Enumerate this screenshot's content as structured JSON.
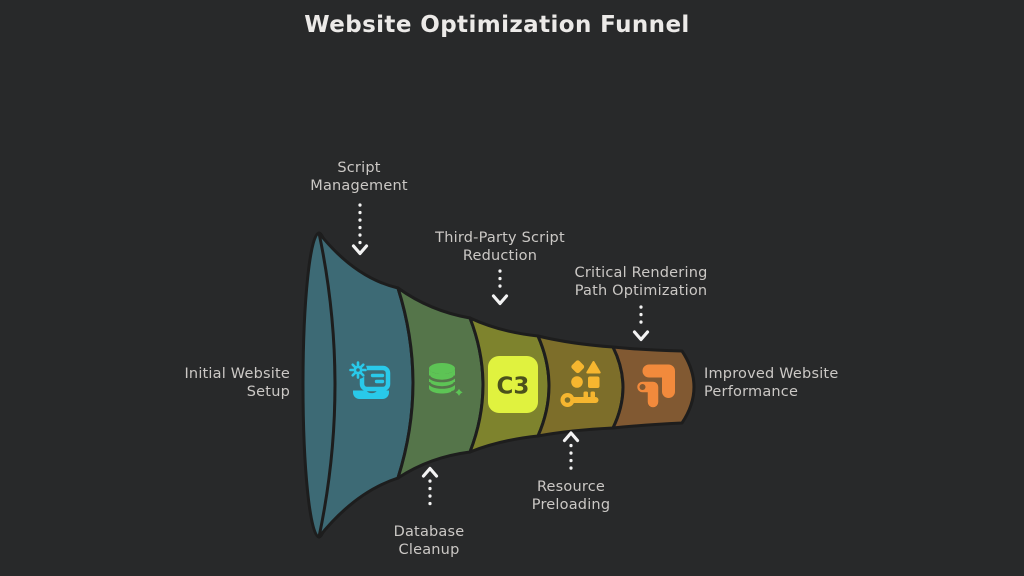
{
  "title": "Website Optimization Funnel",
  "funnel": {
    "input_label": "Initial Website\nSetup",
    "output_label": "Improved Website\nPerformance",
    "stages": [
      {
        "label": "Script\nManagement",
        "callout_position": "top",
        "color": "#3d6a75",
        "icon": "laptop-settings-icon",
        "icon_color": "#29c9ea"
      },
      {
        "label": "Database\nCleanup",
        "callout_position": "bottom",
        "color": "#55754a",
        "icon": "database-sparkle-icon",
        "icon_color": "#5dc455"
      },
      {
        "label": "Third-Party Script\nReduction",
        "callout_position": "top",
        "color": "#7e832d",
        "icon": "c3-badge-icon",
        "icon_text": "C3",
        "icon_color": "#e0f23f",
        "icon_text_color": "#4b511c"
      },
      {
        "label": "Resource\nPreloading",
        "callout_position": "bottom",
        "color": "#7d6e2a",
        "icon": "key-shapes-icon",
        "icon_color": "#f6b62f"
      },
      {
        "label": "Critical Rendering\nPath Optimization",
        "callout_position": "top",
        "color": "#815932",
        "icon": "corner-arrows-icon",
        "icon_color": "#f28a3c"
      }
    ]
  },
  "colors": {
    "background": "#28292a",
    "title": "#eceae8",
    "text": "#cbc8c5",
    "outline": "#1d1d1d",
    "arrow": "#f3f3f3"
  }
}
